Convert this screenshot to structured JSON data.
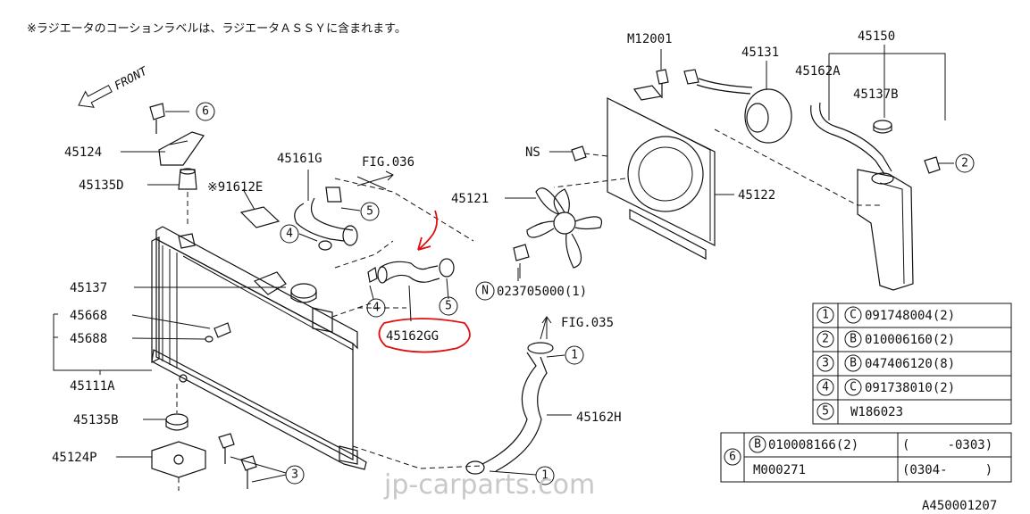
{
  "note": "※ラジエータのコーションラベルは、ラジエータＡＳＳＹに含まれます。",
  "front_label": "FRONT",
  "watermark": "jp-carparts.com",
  "diagram_code": "A450001207",
  "colors": {
    "highlight": "#e01010",
    "line": "#111111",
    "watermark": "#c8c8c8"
  },
  "labels": {
    "p45124": "45124",
    "p45135D": "45135D",
    "p91612E": "※91612E",
    "p45161G": "45161G",
    "fig036": "FIG.036",
    "p45137": "45137",
    "p45668": "45668",
    "p45688": "45688",
    "p45111A": "45111A",
    "p45135B": "45135B",
    "p45124P": "45124P",
    "p45162GG": "45162GG",
    "fig035": "FIG.035",
    "p45162H": "45162H",
    "pM12001": "M12001",
    "p45131": "45131",
    "pNS": "NS",
    "p45121": "45121",
    "p45122": "45122",
    "p023705000": "023705000(1)",
    "p45150": "45150",
    "p45162A": "45162A",
    "p45137B": "45137B"
  },
  "callouts": {
    "c1": "1",
    "c2": "2",
    "c3": "3",
    "c4": "4",
    "c5": "5",
    "c6": "6",
    "n": "N"
  },
  "parts_table": [
    {
      "idx": "1",
      "type": "C",
      "code": "091748004(2)"
    },
    {
      "idx": "2",
      "type": "B",
      "code": "010006160(2)"
    },
    {
      "idx": "3",
      "type": "B",
      "code": "047406120(8)"
    },
    {
      "idx": "4",
      "type": "C",
      "code": "091738010(2)"
    },
    {
      "idx": "5",
      "type": "",
      "code": "W186023"
    }
  ],
  "table6": {
    "idx": "6",
    "row1": {
      "type": "B",
      "code": "010008166(2)",
      "range": "(     -0303)"
    },
    "row2": {
      "code": "M000271",
      "range": "(0304-     )"
    }
  }
}
